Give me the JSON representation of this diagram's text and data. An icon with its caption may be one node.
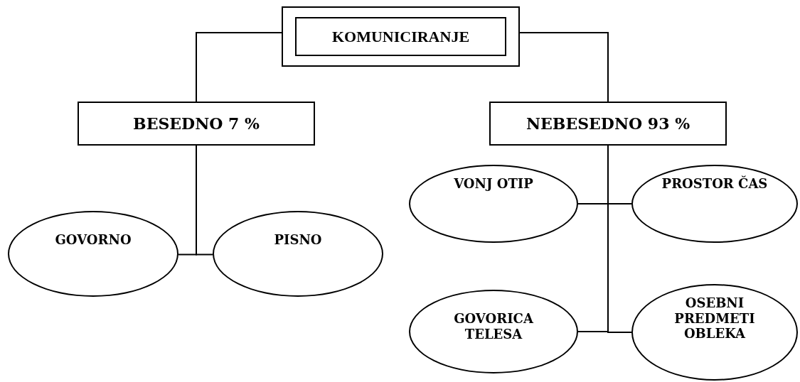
{
  "diagram": {
    "nodes": [
      {
        "text": [
          "KOMUNICIRANJE"
        ]
      },
      {
        "text": [
          "BESEDNO 7 %"
        ]
      },
      {
        "text": [
          "NEBESEDNO 93 %"
        ]
      },
      {
        "text": [
          "GOVORNO"
        ]
      },
      {
        "text": [
          "PISNO"
        ]
      },
      {
        "text": [
          "VONJ OTIP"
        ]
      },
      {
        "text": [
          "PROSTOR ČAS"
        ]
      },
      {
        "text": [
          "GOVORICA TELESA"
        ]
      },
      {
        "text": [
          "OSEBNI PREDMETI OBLEKA"
        ]
      }
    ],
    "edges": [
      {
        "from": 0,
        "to": 1,
        "arrow": "none"
      },
      {
        "from": 0,
        "to": 2,
        "arrow": "none"
      },
      {
        "from": 1,
        "to": 3,
        "arrow": "none"
      },
      {
        "from": 1,
        "to": 4,
        "arrow": "none"
      },
      {
        "from": 2,
        "to": 5,
        "arrow": "none"
      },
      {
        "from": 2,
        "to": 6,
        "arrow": "none"
      },
      {
        "from": 2,
        "to": 7,
        "arrow": "none"
      },
      {
        "from": 2,
        "to": 8,
        "arrow": "none"
      }
    ]
  }
}
